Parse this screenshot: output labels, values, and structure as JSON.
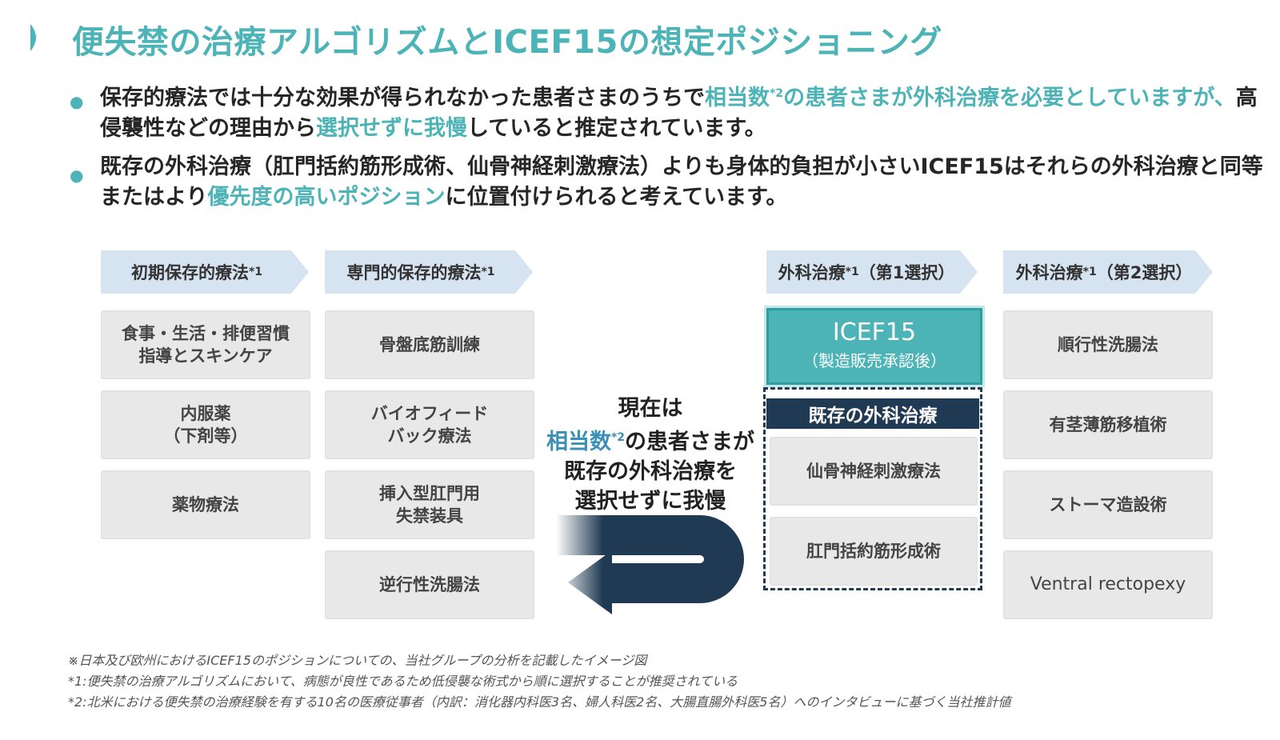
{
  "title": "便失禁の治療アルゴリズムとICEF15の想定ポジショニング",
  "bullets": [
    {
      "p1": "保存的療法では十分な効果が得られなかった患者さまのうちで",
      "h1": "相当数",
      "s1": "*2",
      "h2": "の患者さまが外科治療を必要としていますが、",
      "p2": "高侵襲性などの理由から",
      "h3": "選択せずに我慢",
      "p3": "していると推定されています。"
    },
    {
      "p1": "既存の外科治療（肛門括約筋形成術、仙骨神経刺激療法）よりも身体的負担が小さいICEF15はそれらの外科治療と同等またはより",
      "h1": "優先度の高いポジション",
      "p2": "に位置付けられると考えています。"
    }
  ],
  "columns": [
    {
      "label": "初期保存的療法",
      "sup": "*1",
      "items": [
        "食事・生活・排便習慣|指導とスキンケア",
        "内服薬|（下剤等）",
        "薬物療法"
      ]
    },
    {
      "label": "専門的保存的療法",
      "sup": "*1",
      "items": [
        "骨盤底筋訓練",
        "バイオフィード|バック療法",
        "挿入型肛門用|失禁装具",
        "逆行性洗腸法"
      ]
    },
    {
      "label": "外科治療",
      "sup": "*1",
      "label2": "（第1選択）",
      "items": [
        "仙骨神経刺激療法",
        "肛門括約筋形成術"
      ]
    },
    {
      "label": "外科治療",
      "sup": "*1",
      "label2": "（第2選択）",
      "items": [
        "順行性洗腸法",
        "有茎薄筋移植術",
        "ストーマ造設術",
        "Ventral rectopexy"
      ]
    }
  ],
  "icef": {
    "name": "ICEF15",
    "sub": "（製造販売承認後）"
  },
  "existing_label": "既存の外科治療",
  "center": {
    "l1": "現在は",
    "h": "相当数",
    "sup": "*2",
    "l2": "の患者さまが",
    "l3": "既存の外科治療を",
    "l4": "選択せずに我慢"
  },
  "footnotes": [
    "※日本及び欧州におけるICEF15のポジションについての、当社グループの分析を記載したイメージ図",
    "*1:便失禁の治療アルゴリズムにおいて、病態が良性であるため低侵襲な術式から順に選択することが推奨されている",
    "*2:北米における便失禁の治療経験を有する10名の医療従事者（内訳：消化器内科医3名、婦人科医2名、大腸直腸外科医5名）へのインタビューに基づく当社推計値"
  ],
  "colors": {
    "accent": "#4cb3b6",
    "navy": "#1f3a52",
    "box": "#e8e8e8",
    "header": "#d6e3f0"
  }
}
